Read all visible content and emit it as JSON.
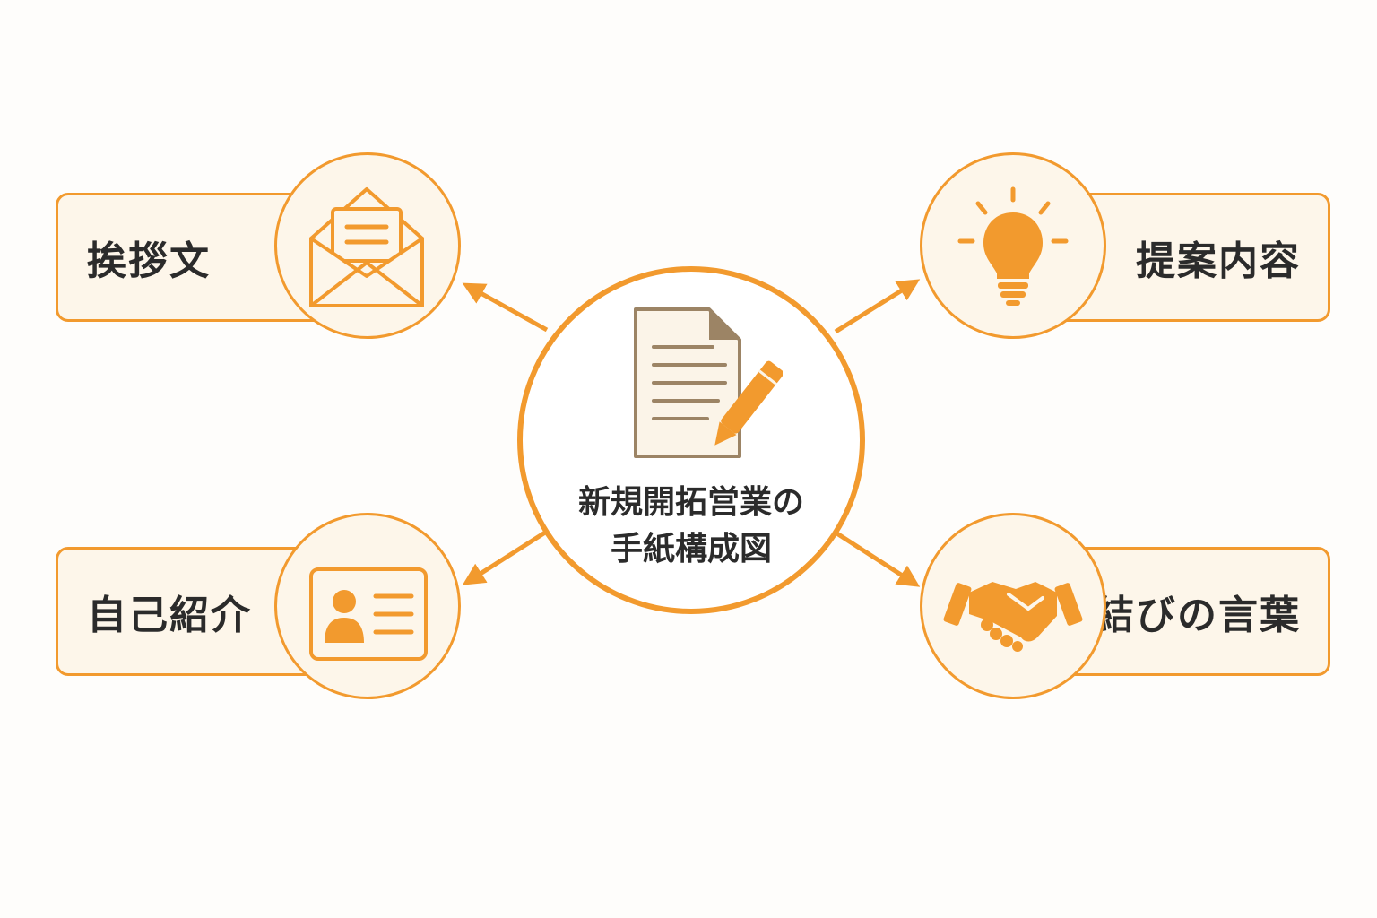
{
  "center": {
    "title_line1": "新規開拓営業の",
    "title_line2": "手紙構成図",
    "icon": "document-with-pen-icon"
  },
  "nodes": [
    {
      "id": "greeting",
      "label": "挨拶文",
      "icon": "open-envelope-icon",
      "position": "top-left"
    },
    {
      "id": "self-intro",
      "label": "自己紹介",
      "icon": "id-card-icon",
      "position": "bottom-left"
    },
    {
      "id": "proposal",
      "label": "提案内容",
      "icon": "lightbulb-icon",
      "position": "top-right"
    },
    {
      "id": "closing",
      "label": "結びの言葉",
      "icon": "handshake-icon",
      "position": "bottom-right"
    }
  ],
  "colors": {
    "accent": "#f29a2e",
    "box_fill": "#fdf6ea",
    "text": "#2b2b2b",
    "document": "#9c8465"
  }
}
